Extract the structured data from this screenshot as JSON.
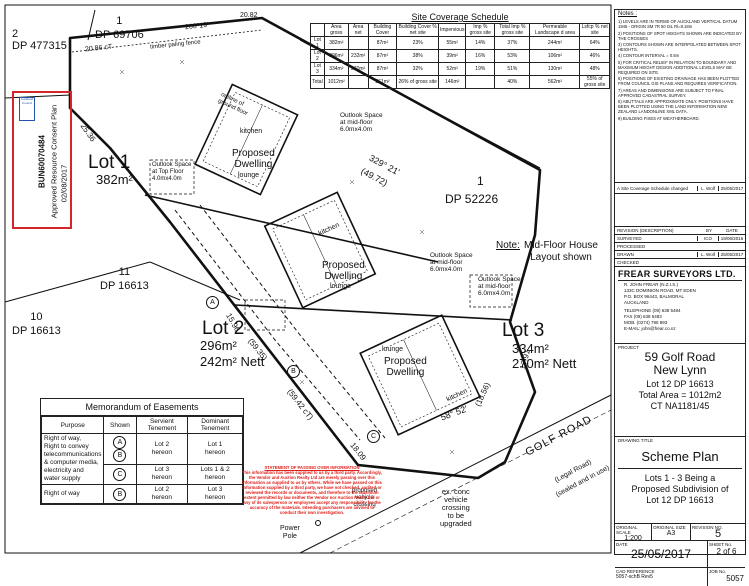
{
  "survey_lines": {
    "dp_477315": "2\nDP 477315",
    "dp_69706": "1\nDP 69706",
    "bearing_top": "266°19'",
    "dist_top": "20.82",
    "dist_20_86": "20.86 cT",
    "timber_fence": "timber paling fence",
    "dp_52226_num": "1",
    "dp_52226": "DP 52226",
    "dp_16613_a": "11\nDP 16613",
    "dp_16613_b": "10\nDP 16613",
    "bearing_329": "329° 21'",
    "dist_49_72": "(49.72)",
    "bearing_58": "58° 52'",
    "dist_18_56": "(18.56)",
    "dist_59_35": "(59.35)",
    "dist_59_42": "(59.42 cT)",
    "dist_18_09": "18.09",
    "dist_15_96": "15.96",
    "dist_25_36": "25.36",
    "dist_17_91": "17.91",
    "label_A": "A",
    "label_B": "B",
    "label_C": "C"
  },
  "lots": {
    "lot1_name": "Lot 1",
    "lot1_area": "382m²",
    "lot2_name": "Lot 2",
    "lot2_area": "296m²",
    "lot2_nett": "242m² Nett",
    "lot3_name": "Lot 3",
    "lot3_area": "334m²",
    "lot3_nett": "270m² Nett"
  },
  "dwellings": {
    "proposed": "Proposed\nDwelling",
    "lounge": "lounge",
    "kitchen": "kitchen",
    "outline_ground": "outline of\nground floor",
    "outlook_1": "Outlook Space\nat mid-floor\n6.0mx4.0m",
    "outlook_2": "Outlook Space\nat mid-floor\n6.0mx4.0m",
    "outlook_3": "Outlook Space\nat mid-floor\n6.0mx4.0m",
    "outlook_top": "Outlook Space\nat Top Floor\n4.0mx4.0m"
  },
  "note": {
    "label": "Note:",
    "text": "Mid-Floor House\nLayout shown"
  },
  "road": {
    "name": "GOLF ROAD",
    "formed": "(sealed and in use)",
    "legal": "(Legal Road)",
    "vehicle": "ex. conc\nvehicle\ncrossing\nto be\nupgraded",
    "power": "Power\nPole",
    "vehicle_prop": "proposed\nvehicle\ncrossing"
  },
  "stamp": {
    "number": "BUN60070484",
    "text": "Approved Resource Consent Plan",
    "date": "02/08/2017",
    "council": "Auckland Council"
  },
  "schedule": {
    "title": "Site Coverage Schedule",
    "headers": [
      "",
      "Area gross",
      "Area net",
      "Building Cover",
      "Building Cover % net site",
      "Impervious",
      "Imp % gross site",
      "Total Imp % gross site",
      "Permeable Landscape d area",
      "Lsfcp % net site"
    ],
    "rows": [
      [
        "Lot 1",
        "382m²",
        "",
        "87m²",
        "23%",
        "55m²",
        "14%",
        "37%",
        "244m²",
        "64%"
      ],
      [
        "Lot 2",
        "296m²",
        "232m²",
        "87m²",
        "38%",
        "39m²",
        "16%",
        "53%",
        "106m²",
        "46%"
      ],
      [
        "Lot 3",
        "334m²",
        "270m²",
        "87m²",
        "32%",
        "52m²",
        "19%",
        "51%",
        "130m²",
        "48%"
      ],
      [
        "Total",
        "1012m²",
        "",
        "261m²",
        "26% of gross site",
        "146m²",
        "",
        "40%",
        "562m²",
        "55% of gross site"
      ]
    ]
  },
  "notes": {
    "title": "Notes :",
    "items": [
      "1) LEVELS ARE IN TERMS OF AUCKLAND VERTICAL DATUM 1946 - ORIGIN SM 7R 50 ISL Rl=9.18m",
      "2) POSITIONS OF SPOT HEIGHTS SHOWN ARE INDICATED BY THE CROSSES",
      "3) CONTOURS SHOWN ARE INTERPOLATED BETWEEN SPOT HEIGHTS.",
      "4) CONTOUR INTERVAL = 0.5m",
      "5) FOR CRITICAL RELIEF IN RELATION TO BOUNDARY AND MAXIMUM HEIGHT DESIGN ADDITIONAL LEVELS MAY BE REQUIRED ON SITE.",
      "6) POSITIONS OF EXISTING DRAINAGE HAS BEEN PLOTTED FROM COUNCIL GIS PLANS AND REQUIRES VERIFICATION.",
      "7) AREAS AND DIMENSIONS ARE SUBJECT TO FINAL APPROVED CADASTRAL SURVEY.",
      "8) ABUTTALS ARE APPROXIMATE ONLY. POSITIONS HAVE BEEN PLOTTED USING THE LAND INFORMATION NEW ZEALAND LANDONLINE XML DATA.",
      "9) BUILDING FIXES AT WEATHERBOARD."
    ]
  },
  "revision": {
    "row1": "A  Site Coverage Schedule changed",
    "row1_by": "L. Wolf",
    "row1_date": "25/05/2017",
    "hdr_rev": "REVISION  (DESCRIPTION)",
    "hdr_by": "BY",
    "hdr_date": "DATE",
    "surveyed": "SURVEYED",
    "surveyed_by": "ICO",
    "surveyed_date": "19/06/2016",
    "processed": "PROCESSED",
    "drawn": "DRAWN",
    "drawn_by": "L. Wolf",
    "drawn_date": "25/05/2017",
    "checked": "CHECKED"
  },
  "company": {
    "name": "FREAR SURVEYORS LTD.",
    "person": "R. JOHN FREAR (N.Z.I.S.)",
    "addr1": "133C DOMINION ROAD, MT EDEN",
    "addr2": "P.O. BOX 96443, BALMORAL",
    "addr3": "AUCKLAND",
    "tel": "TELEPHONE (09) 638 5484",
    "fax": "FAX (09) 638 5483",
    "mob": "MOB. (0274) 795 893",
    "email": "E-MAIL: john@frear.co.nz"
  },
  "project": {
    "label": "PROJECT",
    "addr": "59 Golf Road\nNew Lynn",
    "lot": "Lot 12 DP 16613",
    "total": "Total Area = 1012m2",
    "ct": "CT NA1181/45"
  },
  "drawing": {
    "label": "DRAWING TITLE",
    "title": "Scheme Plan",
    "desc": "Lots 1 - 3 Being a\nProposed Subdivision of\nLot 12 DP 16613"
  },
  "footer": {
    "scale_label": "ORIGINAL SCALE",
    "scale": "1:200",
    "size_label": "ORIGINAL SIZE",
    "size": "A3",
    "rev_label": "REVISION NO.",
    "rev": "5",
    "date_label": "DATE",
    "date": "25/05/2017",
    "sheet_label": "SHEET No.",
    "sheet": "2 of 6",
    "cad_label": "CAD REFERENCE",
    "cad": "5057-schB Rev5",
    "job_label": "JOB No.",
    "job": "5057"
  },
  "memorandum": {
    "title": "Memorandum of Easements",
    "headers": [
      "Purpose",
      "Shown",
      "Servient Tenement",
      "Dominant Tenement"
    ],
    "rows": [
      {
        "purpose": "Right of way,\nRight to convey\ntelecommunications\n& computer media,\nelectricity and\nwater supply",
        "shown": [
          "A",
          "B"
        ],
        "servient": "Lot 2\nhereon",
        "dominant": "Lot 1\nhereon"
      },
      {
        "purpose": "",
        "shown": [
          "C"
        ],
        "servient": "Lot 3\nhereon",
        "dominant": "Lots 1 & 2\nhereon"
      },
      {
        "purpose": "Right of way",
        "shown": [
          "B"
        ],
        "servient": "Lot 2\nhereon",
        "dominant": "Lot 3\nhereon"
      }
    ]
  },
  "disclaimer": {
    "title": "STATEMENT OF PASSING OVER INFORMATION",
    "text": "This information has been supplied to us by a third party. Accordingly, the Vendor and Auction Realty Ltd are merely passing over this information as supplied to us by others. While we have passed on this information supplied by a third party, we have not checked, audited or reviewed the records or documents, and therefore to the maximum extent permitted by law neither the Vendor nor Auction Realty Ltd or any of its salesperson or employees accept any responsibility for the accuracy of the materials. Intending purchasers are advised to conduct their own investigation.",
    "color": "#e0201a"
  }
}
